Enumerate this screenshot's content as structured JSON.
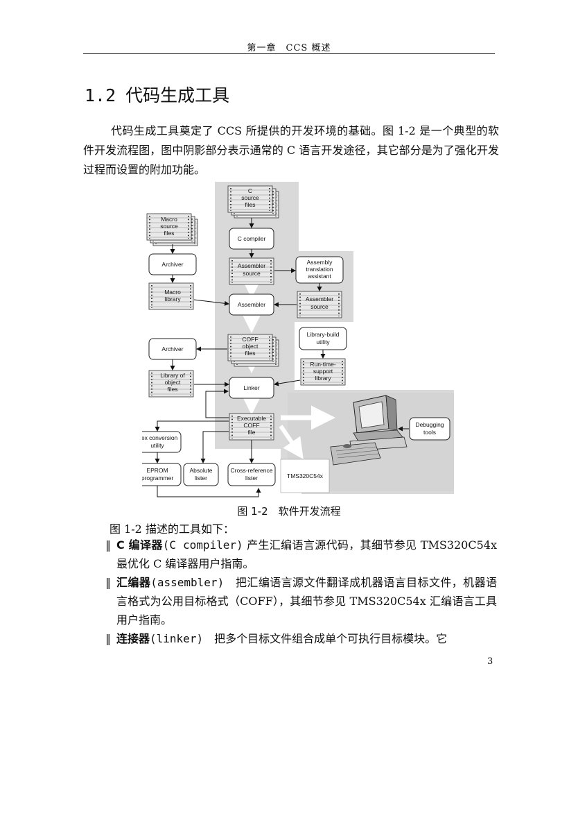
{
  "header": {
    "running_title": "第一章　CCS 概述"
  },
  "section": {
    "number": "1.2",
    "title": "代码生成工具"
  },
  "paragraph": "代码生成工具奠定了 CCS 所提供的开发环境的基础。图 1-2 是一个典型的软件开发流程图，图中阴影部分表示通常的 C 语言开发途径，其它部分是为了强化开发过程而设置的附加功能。",
  "figure": {
    "caption": "图 1-2　软件开发流程",
    "labels": {
      "c_source": [
        "C",
        "source",
        "files"
      ],
      "macro_source": [
        "Macro",
        "source",
        "files"
      ],
      "c_compiler": "C compiler",
      "archiver_top": "Archiver",
      "assembler_source": [
        "Assembler",
        "source"
      ],
      "assembly_translation": [
        "Assembly",
        "translation",
        "assistant"
      ],
      "macro_library": [
        "Macro",
        "library"
      ],
      "assembler": "Assembler",
      "assembler_source_right": [
        "Assembler",
        "source"
      ],
      "coff_object": [
        "COFF",
        "object",
        "files"
      ],
      "archiver_bottom": "Archiver",
      "library_build": [
        "Library-build",
        "utility"
      ],
      "library_object": [
        "Library of",
        "object",
        "files"
      ],
      "linker": "Linker",
      "runtime_support": [
        "Run-time-",
        "support",
        "library"
      ],
      "executable_coff": [
        "Executable",
        "COFF",
        "file"
      ],
      "debugging_tools": [
        "Debugging",
        "tools"
      ],
      "hex_conversion": [
        "Hex conversion",
        "utility"
      ],
      "eprom_programmer": [
        "EPROM",
        "programmer"
      ],
      "absolute_lister": [
        "Absolute",
        "lister"
      ],
      "cross_reference": [
        "Cross-reference",
        "lister"
      ],
      "target": "TMS320C54x"
    }
  },
  "tools_intro": "图 1-2 描述的工具如下：",
  "bullets": [
    {
      "mark": "‖",
      "term": "C 编译器",
      "term_en": "(C compiler)",
      "text": " 产生汇编语言源代码，其细节参见 TMS320C54x 最优化 C 编译器用户指南。"
    },
    {
      "mark": "‖",
      "term": "汇编器",
      "term_en": "(assembler)",
      "text": "　把汇编语言源文件翻译成机器语言目标文件，机器语言格式为公用目标格式（COFF），其细节参见 TMS320C54x 汇编语言工具用户指南。"
    },
    {
      "mark": "‖",
      "term": "连接器",
      "term_en": "(linker)",
      "text": "　把多个目标文件组合成单个可执行目标模块。它"
    }
  ],
  "page_number": "3"
}
